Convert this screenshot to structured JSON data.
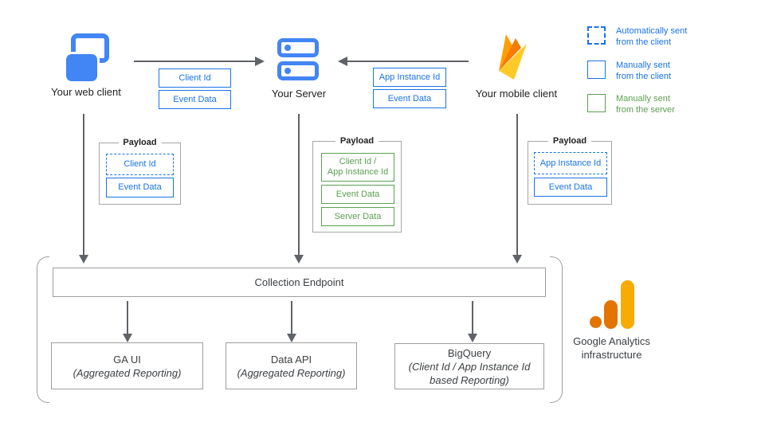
{
  "clients": {
    "web": {
      "label": "Your web client",
      "icon": "overlapping-windows-icon"
    },
    "server": {
      "label": "Your Server",
      "icon": "server-stack-icon"
    },
    "mobile": {
      "label": "Your mobile client",
      "icon": "firebase-flame-icon"
    }
  },
  "edge_tags": {
    "web_to_server": [
      "Client Id",
      "Event Data"
    ],
    "mobile_to_server": [
      "App Instance Id",
      "Event Data"
    ]
  },
  "legend": {
    "items": [
      {
        "style": "dashed-blue",
        "lines": [
          "Automatically sent",
          "from the client"
        ]
      },
      {
        "style": "solid-blue",
        "lines": [
          "Manually sent",
          "from the client"
        ]
      },
      {
        "style": "solid-green",
        "lines": [
          "Manually sent",
          "from the server"
        ]
      }
    ]
  },
  "payloads": [
    {
      "title": "Payload",
      "items": [
        {
          "style": "dashed-blue",
          "lines": [
            "Client Id"
          ]
        },
        {
          "style": "solid-blue",
          "lines": [
            "Event Data"
          ]
        }
      ]
    },
    {
      "title": "Payload",
      "items": [
        {
          "style": "solid-green",
          "lines": [
            "Client Id /",
            "App Instance Id"
          ]
        },
        {
          "style": "solid-green",
          "lines": [
            "Event Data"
          ]
        },
        {
          "style": "solid-green",
          "lines": [
            "Server Data"
          ]
        }
      ]
    },
    {
      "title": "Payload",
      "items": [
        {
          "style": "dashed-blue",
          "lines": [
            "App Instance Id"
          ]
        },
        {
          "style": "solid-blue",
          "lines": [
            "Event Data"
          ]
        }
      ]
    }
  ],
  "infrastructure": {
    "endpoint_label": "Collection Endpoint",
    "services": [
      {
        "name": "GA UI",
        "subtitle": "(Aggregated Reporting)"
      },
      {
        "name": "Data API",
        "subtitle": "(Aggregated Reporting)"
      },
      {
        "name": "BigQuery",
        "subtitle": "(Client Id / App Instance Id based Reporting)"
      }
    ],
    "caption": {
      "lines": [
        "Google Analytics",
        "infrastructure"
      ],
      "icon": "google-analytics-logo"
    }
  },
  "colors": {
    "blue_accent": "#1a73e8",
    "icon_blue": "#4285f4",
    "green_accent": "#5aa050",
    "arrow_gray": "#5f6368",
    "border_gray": "#9e9e9e",
    "firebase_yellow": "#ffca28",
    "firebase_orange": "#ffa000",
    "firebase_dark_orange": "#f57c00",
    "ga_dark_orange": "#e37400",
    "ga_yellow": "#f9ab00"
  }
}
